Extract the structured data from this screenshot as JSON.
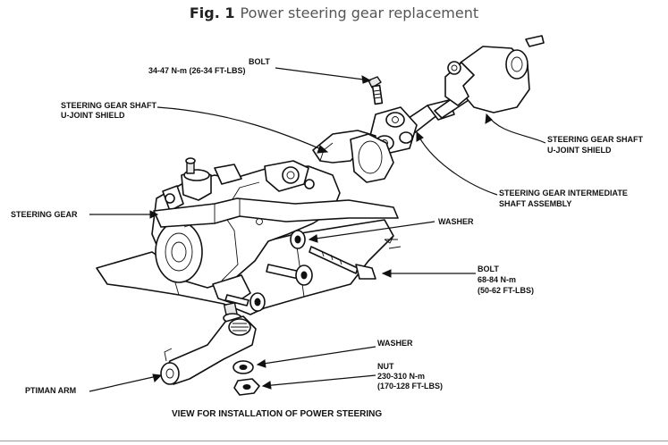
{
  "figure": {
    "number": "Fig. 1",
    "title": "Power steering gear replacement"
  },
  "labels": {
    "bolt_top": [
      "BOLT",
      "34-47 N-m (26-34 FT-LBS)"
    ],
    "shield_left": [
      "STEERING GEAR SHAFT",
      "U-JOINT SHIELD"
    ],
    "steering_gear": "STEERING GEAR",
    "shield_right": [
      "STEERING GEAR SHAFT",
      "U-JOINT SHIELD"
    ],
    "intermediate_shaft": [
      "STEERING GEAR INTERMEDIATE",
      "SHAFT ASSEMBLY"
    ],
    "washer_upper": "WASHER",
    "bolt_right": [
      "BOLT",
      "68-84 N-m",
      "(50-62 FT-LBS)"
    ],
    "washer_lower": "WASHER",
    "nut": [
      "NUT",
      "230-310 N-m",
      "(170-128 FT-LBS)"
    ],
    "pitman_arm": "PTIMAN ARM"
  },
  "caption": "VIEW FOR INSTALLATION OF POWER STEERING"
}
